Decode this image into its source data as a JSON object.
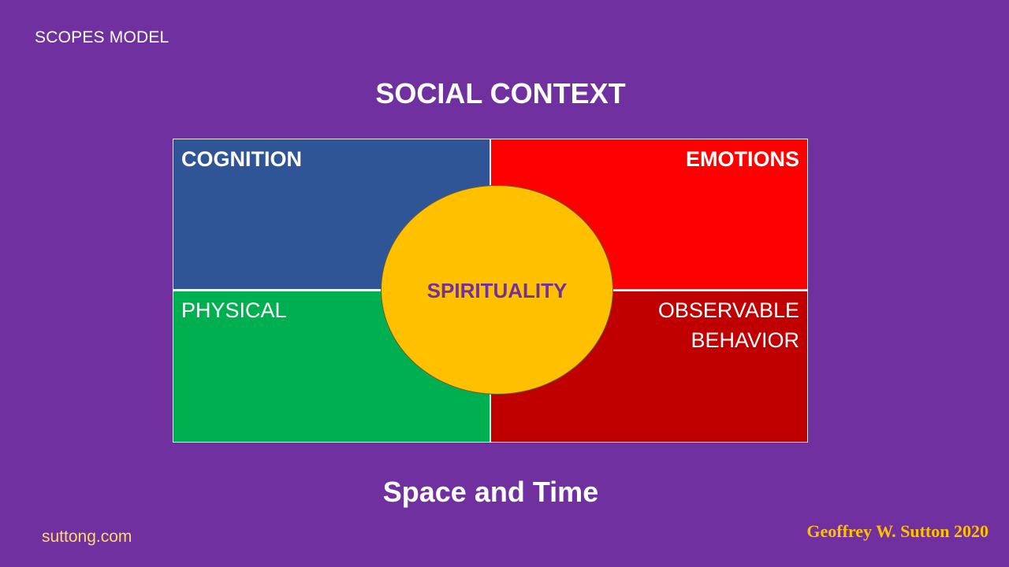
{
  "slide": {
    "corner_title": "SCOPES MODEL",
    "main_title": "SOCIAL CONTEXT",
    "bottom_title": "Space and Time",
    "website": "suttong.com",
    "author": "Geoffrey W. Sutton 2020"
  },
  "diagram": {
    "quadrants": [
      {
        "id": "cognition",
        "label": "COGNITION",
        "color": "#2F5597",
        "position": "top-left"
      },
      {
        "id": "emotions",
        "label": "EMOTIONS",
        "color": "#FF0000",
        "position": "top-right"
      },
      {
        "id": "physical",
        "label": "PHYSICAL",
        "color": "#00B050",
        "position": "bottom-left"
      },
      {
        "id": "observable_behavior",
        "label_line1": "OBSERVABLE",
        "label_line2": "BEHAVIOR",
        "color": "#C00000",
        "position": "bottom-right"
      }
    ],
    "center": {
      "label": "SPIRITUALITY",
      "fill": "#FFC000",
      "text_color": "#7030A0"
    }
  },
  "colors": {
    "background": "#7030A0",
    "website_text": "#FFD966",
    "author_text": "#FFC000"
  }
}
